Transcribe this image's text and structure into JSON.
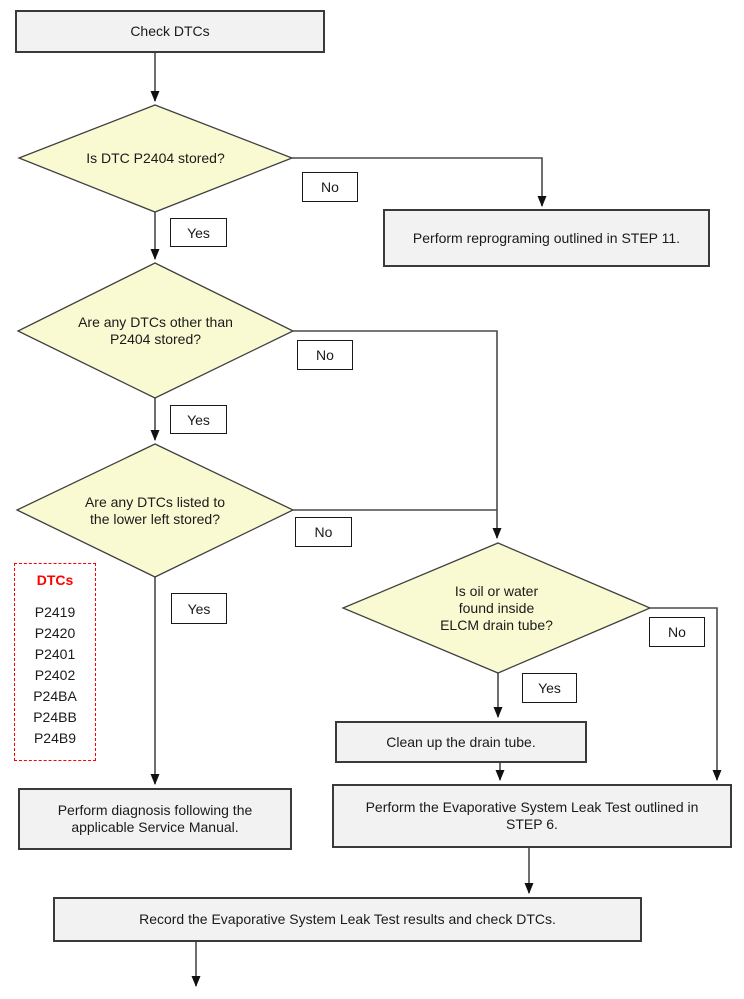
{
  "flowchart": {
    "start_box": {
      "label": "Check DTCs"
    },
    "decision_1": {
      "question": "Is DTC P2404 stored?",
      "yes_label": "Yes",
      "no_label": "No"
    },
    "step11_box": {
      "label": "Perform reprograming outlined in STEP 11."
    },
    "decision_2": {
      "question": "Are any DTCs other than\nP2404 stored?",
      "yes_label": "Yes",
      "no_label": "No"
    },
    "decision_3": {
      "question": "Are any DTCs listed to\nthe lower left stored?",
      "yes_label": "Yes",
      "no_label": "No"
    },
    "dtc_box": {
      "title": "DTCs",
      "codes": [
        "P2419",
        "P2420",
        "P2401",
        "P2402",
        "P24BA",
        "P24BB",
        "P24B9"
      ]
    },
    "diagnosis_box": {
      "label": "Perform diagnosis following the\napplicable Service Manual."
    },
    "decision_4": {
      "question": "Is oil or water\nfound inside\nELCM drain tube?",
      "yes_label": "Yes",
      "no_label": "No"
    },
    "clean_box": {
      "label": "Clean up the drain tube."
    },
    "step6_box": {
      "label": "Perform the Evaporative System Leak Test outlined in\nSTEP 6."
    },
    "record_box": {
      "label": "Record the Evaporative System Leak Test results and check DTCs."
    }
  },
  "colors": {
    "decision_fill": "#fafad2",
    "decision_border": "#404040",
    "process_fill": "#f2f2f2",
    "process_border": "#3a3a3a",
    "dtc_border": "#ff0000",
    "dtc_title_text": "#ff0000",
    "connector_line": "#4a4a4a",
    "arrowhead": "#111111",
    "text": "#1a1a1a"
  }
}
